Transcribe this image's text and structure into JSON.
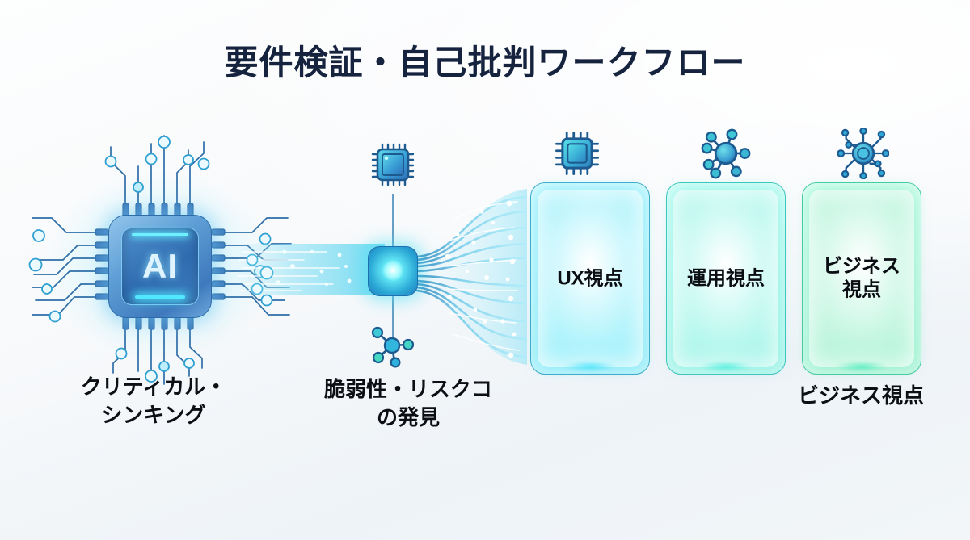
{
  "header": {
    "title": "要件検証・自己批判ワークフロー",
    "title_color": "#16233f"
  },
  "background": {
    "base_color": "#f7f9fb",
    "tint_color": "#eef3f7"
  },
  "stages": {
    "input": {
      "icon": "ai-chip-icon",
      "chip_text": "AI",
      "caption": "クリティカル・\nシンキング",
      "accent_color": "#3e79bd"
    },
    "process": {
      "caption": "脆弱性・リスクコ\nの発見",
      "top_icon": "microchip-icon",
      "center_icon": "glowing-node-icon",
      "bottom_icon": "molecule-node-icon",
      "accent_color": "#2ba8d6",
      "stream_color": "#5fd8f2"
    },
    "outputs": {
      "caption": "ビジネス視点",
      "cards": [
        {
          "label": "UX視点",
          "icon": "microchip-icon",
          "accent_color": "#3aa8c4"
        },
        {
          "label": "運用視点",
          "icon": "hub-node-icon",
          "accent_color": "#3dc3bd"
        },
        {
          "label": "ビジネス\n視点",
          "icon": "network-node-icon",
          "accent_color": "#45c9a0"
        }
      ]
    }
  }
}
